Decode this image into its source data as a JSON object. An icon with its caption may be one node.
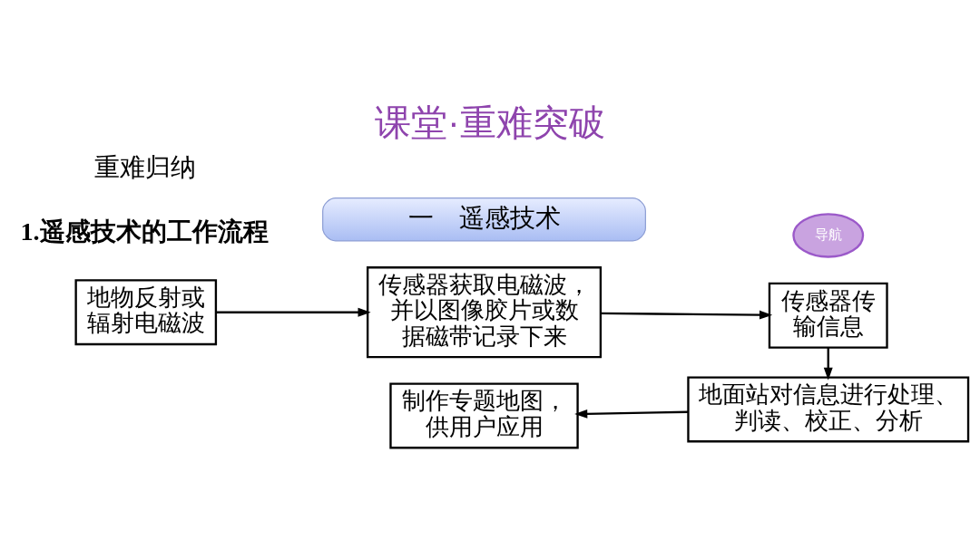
{
  "diagram": {
    "title": "课堂·重难突破",
    "nodes": [
      {
        "text": [
          "导航"
        ]
      },
      {
        "text": [
          "一　遥感技术"
        ]
      },
      {
        "text": [
          "地物反射或辐射电磁波"
        ]
      },
      {
        "text": [
          "传感器获取电磁波，并以图像胶片或数据磁带记录下来"
        ]
      },
      {
        "text": [
          "传感器传输信息"
        ]
      },
      {
        "text": [
          "制作专题地图，供用户应用"
        ]
      },
      {
        "text": [
          "地面站对信息进行处理、判读、校正、分析"
        ]
      }
    ],
    "edges": [
      {
        "from": 2,
        "to": 3,
        "arrow": "to"
      },
      {
        "from": 3,
        "to": 4,
        "arrow": "to"
      },
      {
        "from": 4,
        "to": 6,
        "arrow": "to"
      },
      {
        "from": 6,
        "to": 5,
        "arrow": "to"
      }
    ],
    "labels": [
      "重难归纳",
      "1.遥感技术的工作流程"
    ]
  }
}
